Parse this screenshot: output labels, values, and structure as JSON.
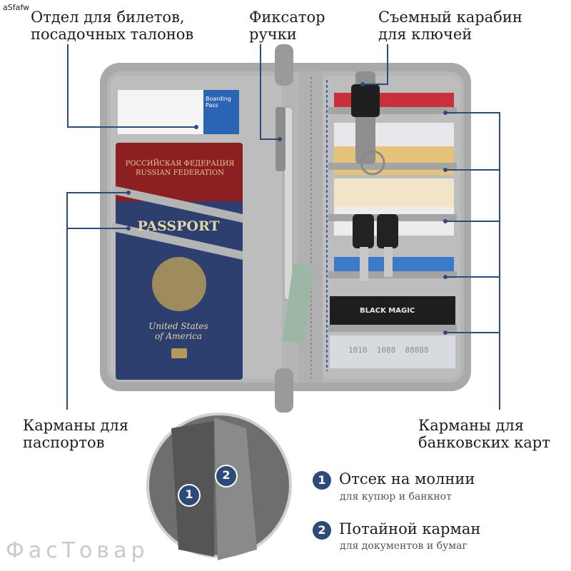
{
  "corner_text": "aSfafw",
  "labels": {
    "tickets_line1": "Отдел для билетов,",
    "tickets_line2": "посадочных талонов",
    "pen_line1": "Фиксатор",
    "pen_line2": "ручки",
    "carabiner_line1": "Съемный карабин",
    "carabiner_line2": "для ключей",
    "passports_line1": "Карманы для",
    "passports_line2": "паспортов",
    "cards_line1": "Карманы для",
    "cards_line2": "банковских карт"
  },
  "legend": [
    {
      "number": "1",
      "title": "Отсек на молнии",
      "subtitle": "для купюр и банкнот"
    },
    {
      "number": "2",
      "title": "Потайной карман",
      "subtitle": "для документов и бумаг"
    }
  ],
  "photo": {
    "russian_passport_line1": "РОССИЙСКАЯ ФЕДЕРАЦИЯ",
    "russian_passport_line2": "RUSSIAN FEDERATION",
    "us_passport_title": "PASSPORT",
    "us_passport_line1": "United States",
    "us_passport_line2": "of America",
    "boarding_pass_text": "Boarding Pass",
    "card_name": "BLACK MAGIC",
    "card_number": "1010  1088  88888",
    "inset_num_1": "1",
    "inset_num_2": "2"
  },
  "watermark": "ФасТовар",
  "colors": {
    "organizer_gray": "#a7a7a7",
    "leader_line": "#2e4a78",
    "passport_red": "#8c1f22",
    "passport_blue": "#2c3f6e",
    "badge_blue": "#2e4a78"
  }
}
